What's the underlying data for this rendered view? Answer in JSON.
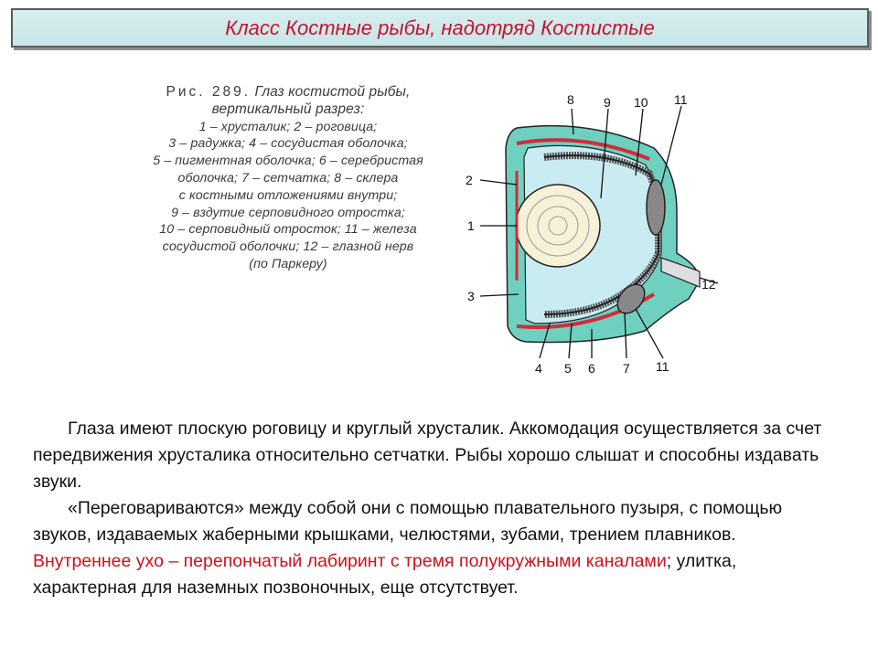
{
  "slide": {
    "title": "Класс Костные рыбы, надотряд Костистые"
  },
  "figure": {
    "caption_prefix": "Рис. 289.",
    "caption_title": "Глаз костистой рыбы, вертикальный разрез:",
    "caption_lines": [
      "1 – хрусталик; 2 – роговица;",
      "3 – радужка; 4 – сосудистая оболочка;",
      "5 – пигментная оболочка; 6 – серебристая",
      "оболочка; 7 – сетчатка; 8 – склера",
      "с костными отложениями внутри;",
      "9 – вздутие серповидного отростка;",
      "10 – серповидный отросток; 11 – железа",
      "сосудистой оболочки; 12 – глазной нерв",
      "(по Паркеру)"
    ],
    "labels": {
      "n1": "1",
      "n2": "2",
      "n3": "3",
      "n4": "4",
      "n5": "5",
      "n6": "6",
      "n7": "7",
      "n8": "8",
      "n9": "9",
      "n10": "10",
      "n11a": "11",
      "n11b": "11",
      "n12": "12"
    }
  },
  "body": {
    "para1": "Глаза имеют плоскую роговицу и круглый хрусталик. Аккомодация осуществляется за счет передвижения хрусталика относительно сетчатки. Рыбы хорошо слышат и способны издавать звуки.",
    "para2_a": "«Переговариваются» между собой они с помощью плавательного пузыря, с помощью звуков, издаваемых жаберными крышками, челюстями, зубами, трением плавников. ",
    "para2_red": "Внутреннее ухо – перепончатый лабиринт с тремя полукружными каналами",
    "para2_b": "; улитка, характерная для наземных позвоночных, еще отсутствует."
  },
  "colors": {
    "title_text": "#c8102e",
    "title_bg": "#cbe8ea",
    "sclera": "#6fd0c0",
    "choroid": "#d42a3a",
    "inner": "#c8ecf2",
    "highlight_text": "#d0101a"
  }
}
